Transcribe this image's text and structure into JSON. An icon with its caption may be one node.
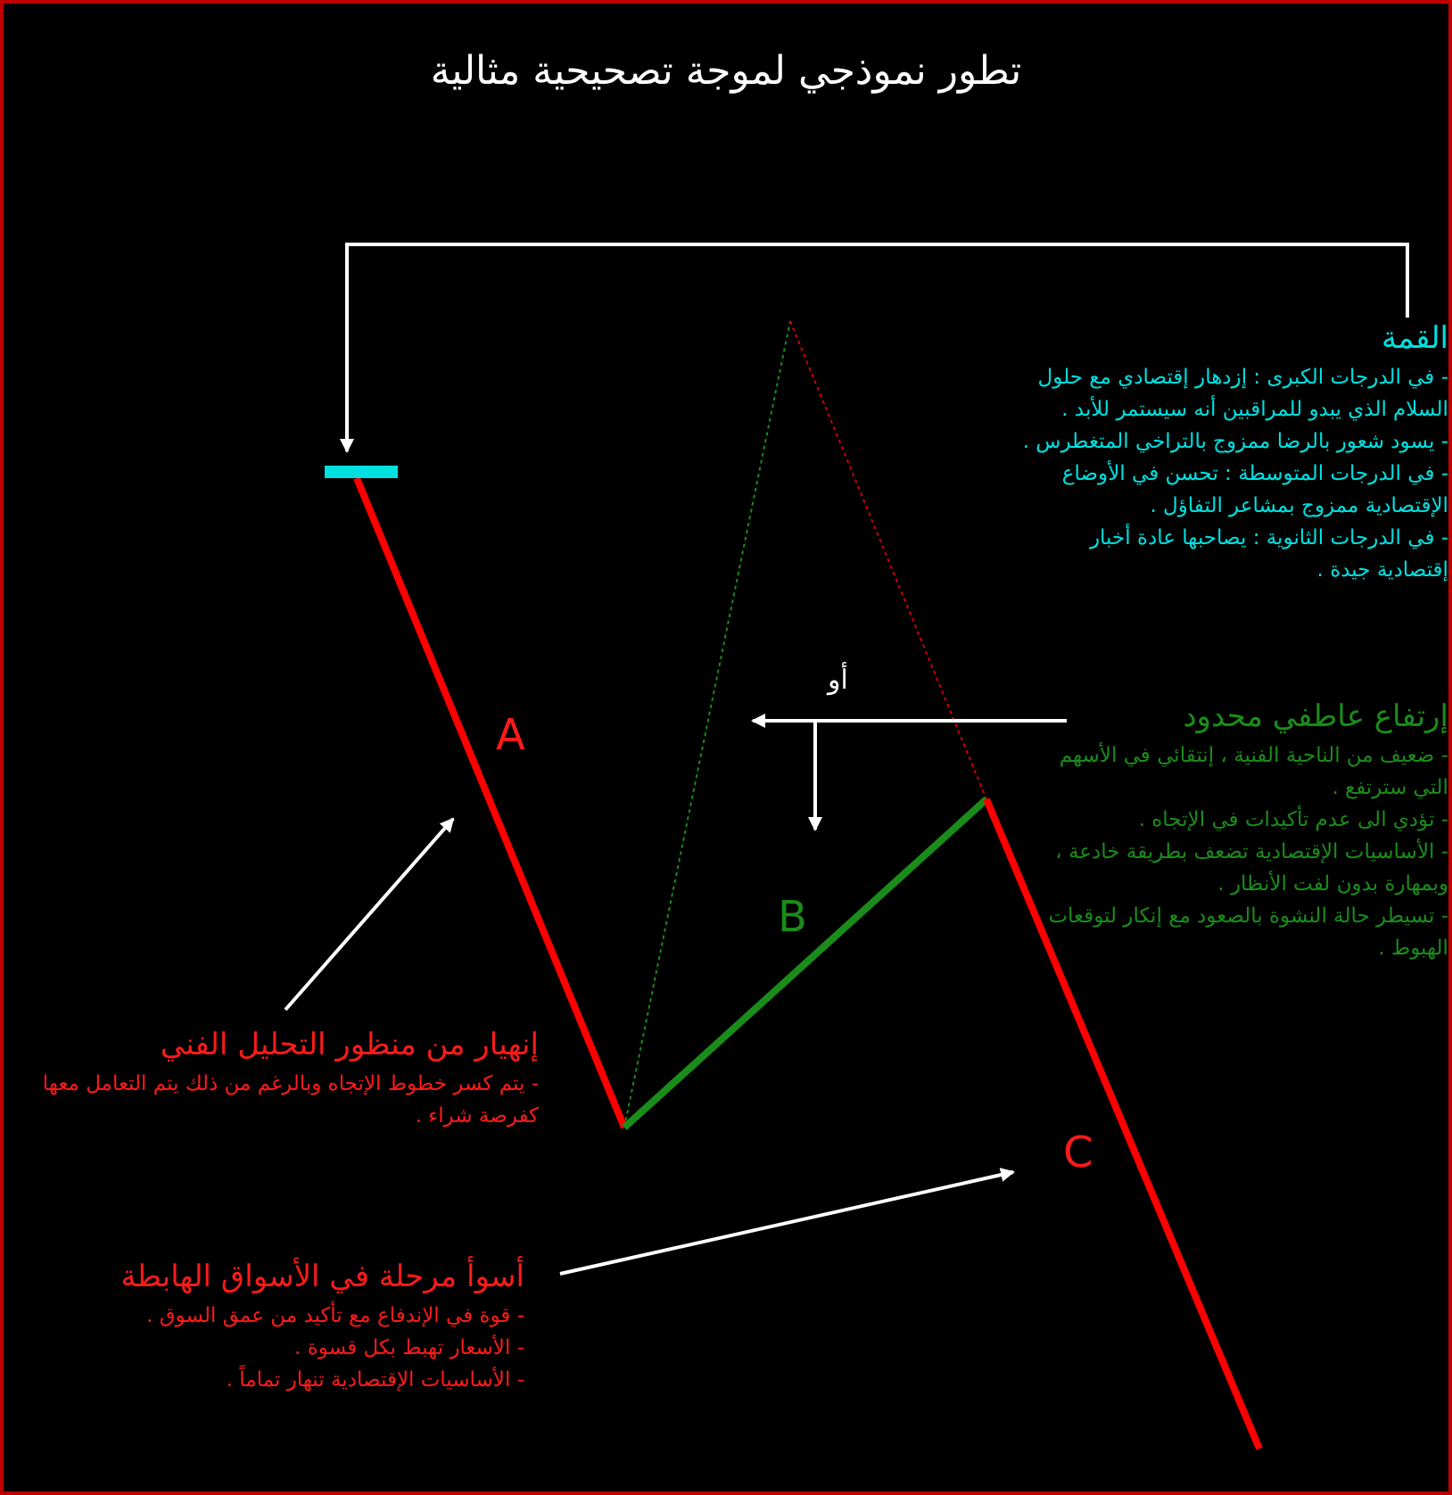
{
  "diagram": {
    "title": "تطور نموذجي لموجة تصحيحية مثالية",
    "nodes": [
      {
        "text": [
          "القمة",
          "- في الدرجات الكبرى : إزدهار إقتصادي مع حلول السلام الذي يبدو للمراقبين أنه سيستمر للأبد .",
          "- يسود شعور بالرضا ممزوج بالتراخي المتغطرس .",
          "- في الدرجات المتوسطة : تحسن في الأوضاع الإقتصادية ممزوج بمشاعر التفاؤل .",
          "- في الدرجات الثانوية : يصاحبها عادة أخبار إقتصادية جيدة ."
        ]
      },
      {
        "text": [],
        "shape": "bar"
      },
      {
        "text": [
          "إرتفاع عاطفي محدود",
          "- ضعيف من الناحية الفنية ، إنتقائي في الأسهم التي سترتفع .",
          "- تؤدي الى عدم تأكيدات في الإتجاه .",
          "- الأساسيات الإقتصادية تضعف بطريقة خادعة ، وبمهارة بدون لفت الأنظار .",
          "- تسيطر حالة النشوة بالصعود مع إنكار لتوقعات الهبوط ."
        ]
      },
      {
        "text": [
          "إنهيار من منظور التحليل الفني",
          "- يتم كسر خطوط الإتجاه وبالرغم من ذلك يتم التعامل معها كفرصة شراء ."
        ]
      },
      {
        "text": [
          "أسوأ مرحلة في الأسواق الهابطة",
          "- قوة في الإندفاع مع تأكيد من عمق السوق .",
          "- الأسعار تهبط بكل قسوة .",
          "- الأساسيات الإقتصادية تنهار تماماً ."
        ]
      }
    ],
    "edges": [
      {
        "from": 0,
        "to": 1,
        "arrow": "to"
      },
      {
        "from": 2,
        "to": null,
        "arrow": "to",
        "label": "أو"
      },
      {
        "from": 2,
        "to": null,
        "arrow": "to"
      },
      {
        "from": 3,
        "to": null,
        "arrow": "to"
      },
      {
        "from": 4,
        "to": null,
        "arrow": "to"
      }
    ],
    "labels": [
      "A",
      "B",
      "C"
    ]
  }
}
